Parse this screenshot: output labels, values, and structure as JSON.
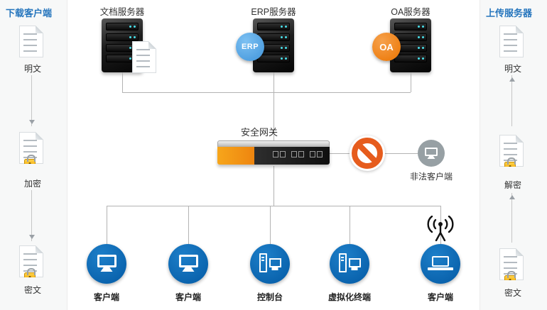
{
  "left_panel": {
    "title": "下载客户端",
    "steps": [
      {
        "label": "明文"
      },
      {
        "label": "加密"
      },
      {
        "label": "密文"
      }
    ]
  },
  "right_panel": {
    "title": "上传服务器",
    "steps": [
      {
        "label": "明文"
      },
      {
        "label": "解密"
      },
      {
        "label": "密文"
      }
    ]
  },
  "servers": [
    {
      "label": "文档服务器"
    },
    {
      "label": "ERP服务器",
      "badge": "ERP"
    },
    {
      "label": "OA服务器",
      "badge": "OA"
    }
  ],
  "gateway": {
    "label": "安全网关"
  },
  "illegal_client": {
    "label": "非法客户端"
  },
  "endpoints": [
    {
      "label": "客户端"
    },
    {
      "label": "客户端"
    },
    {
      "label": "控制台"
    },
    {
      "label": "虚拟化终端"
    },
    {
      "label": "客户端",
      "wireless": true
    }
  ],
  "colors": {
    "accent_blue": "#2575bd",
    "endpoint_blue": "#0a63ad",
    "erp_badge": "#4f9fe0",
    "oa_badge": "#ee7f12",
    "prohibition_orange": "#e65c1d",
    "lock_gold": "#f0a500",
    "server_black": "#1d1d1d"
  }
}
